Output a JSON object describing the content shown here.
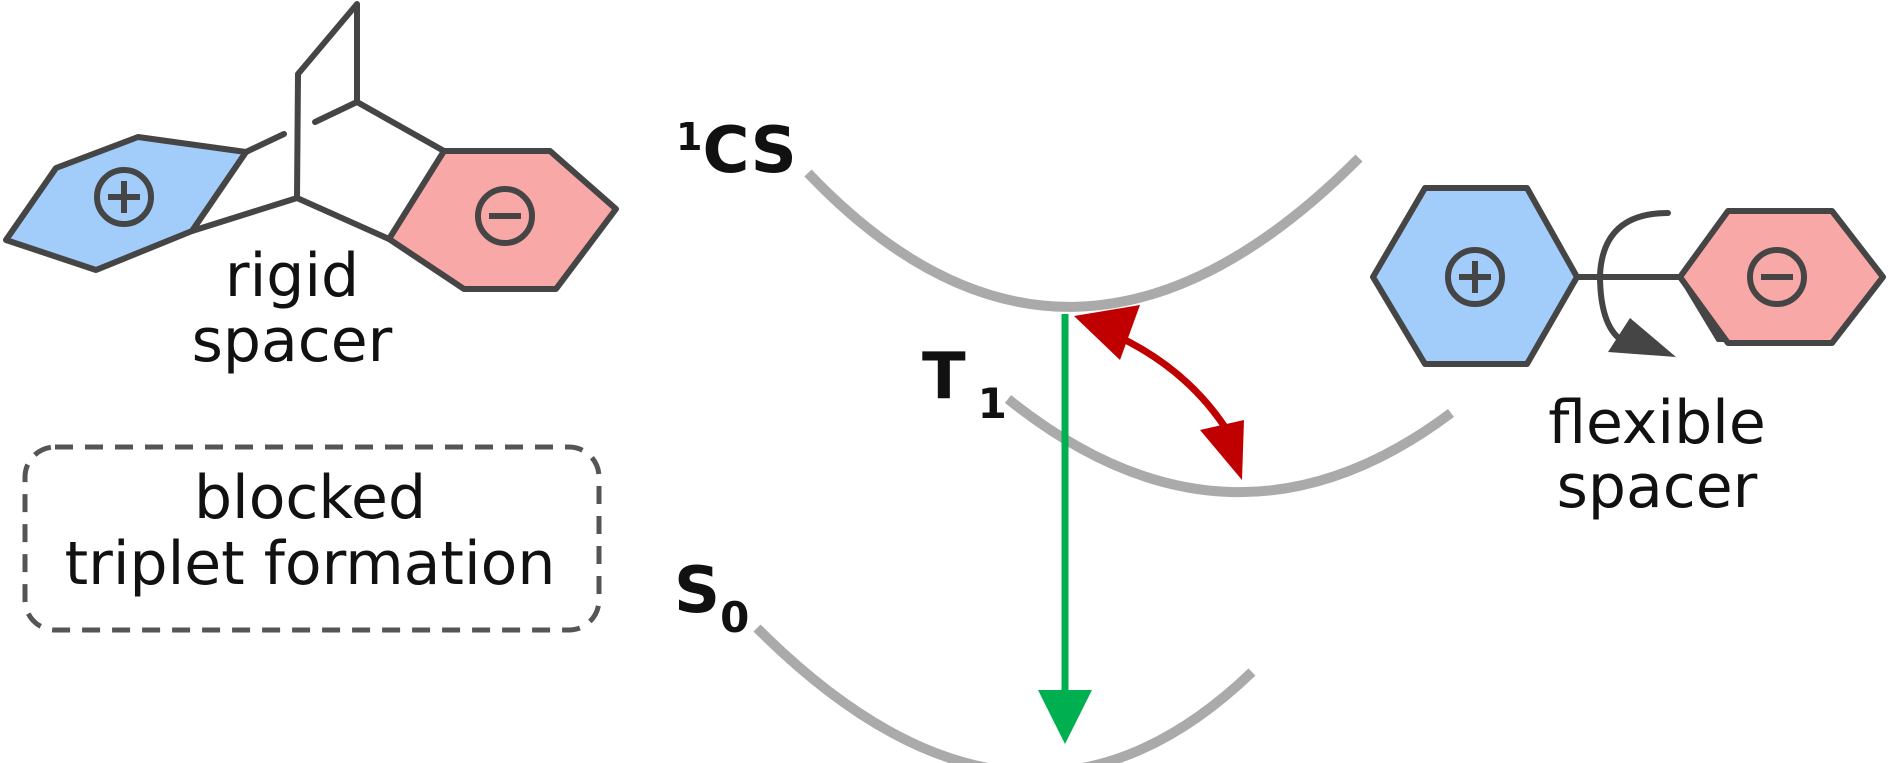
{
  "left": {
    "spacer_line1": "rigid",
    "spacer_line2": "spacer",
    "box_line1": "blocked",
    "box_line2": "triplet formation"
  },
  "right": {
    "spacer_line1": "flexible",
    "spacer_line2": "spacer"
  },
  "states": {
    "cs_sup": "1",
    "cs": "CS",
    "t1": "T",
    "t1_sub": "1",
    "s0": "S",
    "s0_sub": "0"
  },
  "colors": {
    "donor_fill": "#a2cdfb",
    "acceptor_fill": "#f9a8a8",
    "molecule_stroke": "#454545",
    "curve_stroke": "#aaaaaa",
    "recombination_arrow": "#00b050",
    "isc_arrow": "#c00000"
  },
  "icons": {
    "donor": "plus-circle-icon",
    "acceptor": "minus-circle-icon"
  }
}
